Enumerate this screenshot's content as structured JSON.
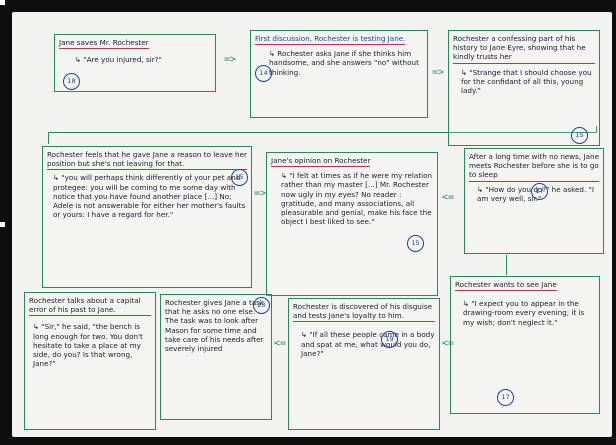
{
  "boxes": {
    "b1": {
      "title": "Jane saves Mr. Rochester",
      "body": "↳ \"Are you injured, sir?\"",
      "num": "18"
    },
    "b2": {
      "title": "First discussion, Rochester is testing Jane.",
      "body": "↳ Rochester asks Jane if she thinks him handsome, and she answers \"no\" without thinking.",
      "num": "14"
    },
    "b3": {
      "title": "Rochester a confessing part of his history to Jane Eyre, showing that he kindly trusts her",
      "body": "↳ \"Strange that I should choose you for the confidant of all this, young lady.\"",
      "num": "15"
    },
    "b4": {
      "title": "Rochester feels that he gave Jane a reason to leave her position but she's not leaving for that.",
      "body": "↳ \"you will perhaps think differently of your pet and protegee: you will be coming to me some day with notice that you have found another place [...] No; Adele is not answerable for either her mother's faults or yours: I have a regard for her.\"",
      "num": "15"
    },
    "b5": {
      "title": "Jane's opinion on Rochester",
      "body": "↳ \"I felt at times as if he were my relation rather than my master [...] Mr. Rochester now ugly in my eyes? No reader : gratitude, and many associations, all pleasurable and genial, make his face the object I best liked to see.\"",
      "num": "15"
    },
    "b6": {
      "title": "After a long time with no news, Jane meets Rochester before she is to go to sleep",
      "body": "↳ \"How do you do?\" he asked. \"I am very well, sir.\"",
      "num": "17"
    },
    "b7": {
      "title": "Rochester talks about a capital error of his past to Jane.",
      "body": "↳ \"Sir,\" he said, \"the bench is long enough for two. You don't hesitate to take a place at my side, do you? Is that wrong, Jane?\"",
      "num": ""
    },
    "b8": {
      "title": "Rochester gives Jane a task that he asks no one else. The task was to look after Mason for some time and take care of his needs after severely injured",
      "body": "",
      "num": "20"
    },
    "b9": {
      "title": "Rochester is discovered of his disguise and tests Jane's loyalty to him.",
      "body": "↳ \"If all these people came in a body and spat at me, what would you do, Jane?\"",
      "num": "19"
    },
    "b10": {
      "title": "Rochester wants to see Jane",
      "body": "↳ \"I expect you to appear in the drawing-room every evening; it is my wish; don't neglect it.\"",
      "num": "17"
    }
  },
  "connectors": {
    "a1": "=>",
    "a2": "=>",
    "a3": "=>",
    "a4": "<=",
    "a5": "<=",
    "a6": "<="
  }
}
